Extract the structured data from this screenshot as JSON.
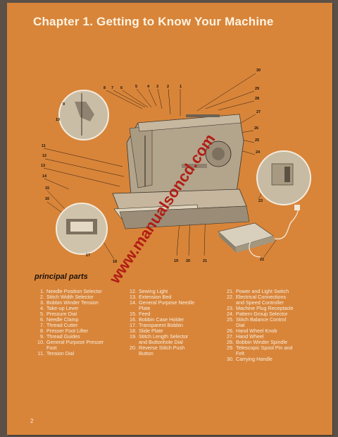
{
  "page": {
    "chapter_title": "Chapter 1. Getting to Know Your Machine",
    "section_heading": "principal parts",
    "page_number": "2",
    "watermark": "www.manualsoncd.com"
  },
  "callouts": [
    "1",
    "2",
    "3",
    "4",
    "5",
    "6",
    "7",
    "8",
    "9",
    "10",
    "11",
    "12",
    "13",
    "14",
    "15",
    "16",
    "17",
    "18",
    "19",
    "20",
    "21",
    "22",
    "23",
    "24",
    "25",
    "26",
    "27",
    "28",
    "29",
    "30"
  ],
  "parts_col1": [
    {
      "num": "1.",
      "text": "Needle Position Selector",
      "lines": 1
    },
    {
      "num": "2.",
      "text": "Stitch Width Selector",
      "lines": 1
    },
    {
      "num": "3.",
      "text": "Bobbin Winder Tension",
      "lines": 1
    },
    {
      "num": "4.",
      "text": "Take-up Lever",
      "lines": 1
    },
    {
      "num": "5.",
      "text": "Pressure Dial",
      "lines": 1
    },
    {
      "num": "6.",
      "text": "Needle Clamp",
      "lines": 1
    },
    {
      "num": "7.",
      "text": "Thread Cutter",
      "lines": 1
    },
    {
      "num": "8.",
      "text": "Presser Foot Lifter",
      "lines": 1
    },
    {
      "num": "9.",
      "text": "Thread Guides",
      "lines": 1
    },
    {
      "num": "10.",
      "text": "General Purpose Presser",
      "text2": "Foot",
      "lines": 2
    },
    {
      "num": "11.",
      "text": "Tension Dial",
      "lines": 1
    }
  ],
  "parts_col2": [
    {
      "num": "12.",
      "text": "Sewing Light",
      "lines": 1
    },
    {
      "num": "13.",
      "text": "Extension Bed",
      "lines": 1
    },
    {
      "num": "14.",
      "text": "General Purpose Needle",
      "text2": "Plate",
      "lines": 2
    },
    {
      "num": "15.",
      "text": "Feed",
      "lines": 1
    },
    {
      "num": "16.",
      "text": "Bobbin Case Holder",
      "lines": 1
    },
    {
      "num": "17.",
      "text": "Transparent Bobbin",
      "lines": 1
    },
    {
      "num": "18.",
      "text": "Slide Plate",
      "lines": 1
    },
    {
      "num": "19.",
      "text": "Stitch Length Selector",
      "text2": "and Buttonhole Dial",
      "lines": 2
    },
    {
      "num": "20.",
      "text": "Reverse Stitch Push",
      "text2": "Button",
      "lines": 2
    }
  ],
  "parts_col3": [
    {
      "num": "21.",
      "text": "Power and Light Switch",
      "lines": 1
    },
    {
      "num": "22.",
      "text": "Electrical Connections",
      "text2": "and Speed Controller",
      "lines": 2
    },
    {
      "num": "23.",
      "text": "Machine Plug Receptacle",
      "lines": 1
    },
    {
      "num": "24.",
      "text": "Pattern Group Selector",
      "lines": 1
    },
    {
      "num": "25.",
      "text": "Stitch Balance Control",
      "text2": "Dial",
      "lines": 2
    },
    {
      "num": "26.",
      "text": "Hand Wheel Knob",
      "lines": 1
    },
    {
      "num": "27.",
      "text": "Hand Wheel",
      "lines": 1
    },
    {
      "num": "28.",
      "text": "Bobbin Winder Spindle",
      "lines": 1
    },
    {
      "num": "29.",
      "text": "Telescopic Spool Pin and",
      "text2": "Felt",
      "lines": 2
    },
    {
      "num": "30.",
      "text": "Carrying Handle",
      "lines": 1
    }
  ]
}
